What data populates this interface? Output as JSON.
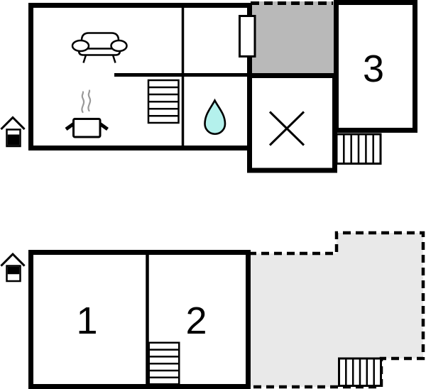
{
  "plan": {
    "upper_floor": {
      "room_labels": {
        "room3": "3"
      },
      "marker": "house-icon-bottom-band-filled",
      "features": [
        "sofa-icon",
        "cooking-pot-icon",
        "water-drop-icon",
        "staircase",
        "doorway",
        "cross-marked-room",
        "covered-gray-area-dashed",
        "exterior-steps-hatched"
      ]
    },
    "lower_floor": {
      "room_labels": {
        "room1": "1",
        "room2": "2"
      },
      "marker": "house-icon-top-band-filled",
      "features": [
        "staircase",
        "terrace-dashed-area",
        "exterior-steps-hatched"
      ]
    }
  },
  "icons": {
    "sofa-icon": "outline-sofa-with-arm-ovals-and-legs",
    "cooking-pot-icon": "outline-pot-with-side-handles-and-steam",
    "water-drop-icon": "teardrop",
    "cross-mark-icon": "diagonal-x",
    "house-level-icon-upper": "pitched-roof-house-lower-band-filled",
    "house-level-icon-lower": "pitched-roof-house-upper-band-filled",
    "staircase-icon": "rect-with-horizontal-treads",
    "exterior-steps-icon": "rect-with-vertical-hatch"
  },
  "colors": {
    "wall": "#000000",
    "covered_area_fill": "#b9b9b9",
    "terrace_fill": "#e9e9e9",
    "water_drop_fill": "#b4f1ec",
    "steam_stroke": "#999999",
    "background": "#ffffff"
  }
}
